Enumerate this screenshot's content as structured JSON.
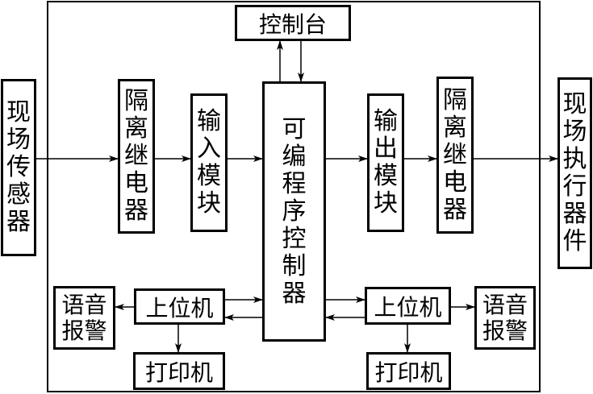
{
  "nodes": {
    "field_sensor": "现场传感器",
    "isolation_relay_in": "隔离继电器",
    "input_module": "输入模块",
    "plc": "可编程序控制器",
    "output_module": "输出模块",
    "isolation_relay_out": "隔离继电器",
    "field_actuator": "现场执行器件",
    "console": "控制台",
    "host_left": "上位机",
    "host_right": "上位机",
    "voice_alarm_left": [
      "语音",
      "报警"
    ],
    "voice_alarm_right": [
      "语音",
      "报警"
    ],
    "printer_left": "打印机",
    "printer_right": "打印机"
  }
}
